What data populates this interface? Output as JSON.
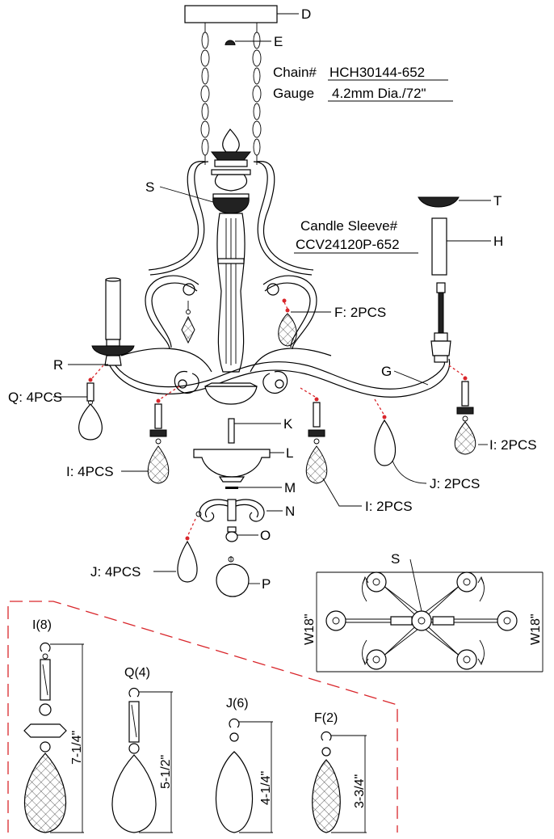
{
  "labels": {
    "D": "D",
    "E": "E",
    "S_top": "S",
    "T": "T",
    "H": "H",
    "F": "F: 2PCS",
    "R": "R",
    "G": "G",
    "Q": "Q: 4PCS",
    "I_right": "I: 2PCS",
    "K": "K",
    "L": "L",
    "I_left": "I: 4PCS",
    "M": "M",
    "J_right": "J: 2PCS",
    "I_mid": "I: 2PCS",
    "N": "N",
    "O": "O",
    "J_left": "J: 4PCS",
    "P": "P",
    "S_plan": "S"
  },
  "chain": {
    "line1_prefix": "Chain#",
    "line1_value": "HCH30144-652",
    "line2_prefix": "Gauge",
    "line2_value": "4.2mm Dia./72\""
  },
  "candle_sleeve": {
    "line1": "Candle Sleeve#",
    "line2": "CCV24120P-652"
  },
  "plan_view": {
    "width_left": "W18\"",
    "width_right": "W18\""
  },
  "crystals": [
    {
      "name": "I(8)",
      "size": "7-1/4\""
    },
    {
      "name": "Q(4)",
      "size": "5-1/2\""
    },
    {
      "name": "J(6)",
      "size": "4-1/4\""
    },
    {
      "name": "F(2)",
      "size": "3-3/4\""
    }
  ]
}
